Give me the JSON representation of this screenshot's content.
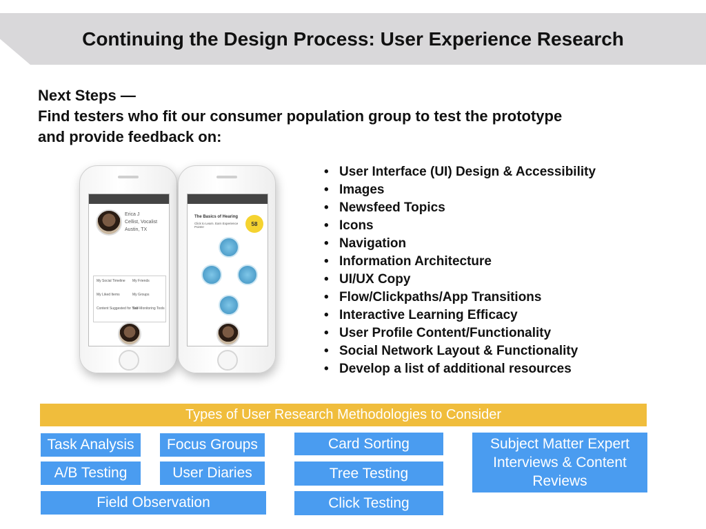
{
  "title": "Continuing the Design Process: User Experience Research",
  "intro": {
    "line1": "Next Steps —",
    "line2": "Find testers who fit our consumer population group to test the prototype",
    "line3": "and provide feedback on:"
  },
  "feedback_items": [
    "User Interface (UI) Design & Accessibility",
    "Images",
    "Newsfeed Topics",
    "Icons",
    "Navigation",
    "Information Architecture",
    "UI/UX Copy",
    "Flow/Clickpaths/App Transitions",
    "Interactive Learning Efficacy",
    "User Profile Content/Functionality",
    "Social Network Layout & Functionality",
    "Develop a list of additional resources"
  ],
  "bullet_symbol": "•",
  "phone_left": {
    "profile_name": "Erica J",
    "profile_role": "Cellist, Vocalist",
    "profile_location": "Austin, TX",
    "menu": [
      "My Social Timeline",
      "My Friends",
      "My Liked Items",
      "My Groups",
      "Content Suggested for You",
      "Self-Monitoring Tools"
    ]
  },
  "phone_right": {
    "lesson_title": "The Basics of Hearing",
    "lesson_subtitle": "Click to Learn. Earn Experience Points!",
    "points": "58"
  },
  "methodologies": {
    "header": "Types of User Research Methodologies to Consider",
    "items": {
      "task_analysis": "Task Analysis",
      "focus_groups": "Focus Groups",
      "card_sorting": "Card Sorting",
      "sme": "Subject Matter Expert Interviews & Content Reviews",
      "ab_testing": "A/B Testing",
      "user_diaries": "User Diaries",
      "tree_testing": "Tree Testing",
      "field_observation": "Field Observation",
      "click_testing": "Click Testing"
    }
  },
  "colors": {
    "title_banner": "#d9d8da",
    "method_header": "#f0bd3c",
    "method_box": "#4a9cf0"
  }
}
